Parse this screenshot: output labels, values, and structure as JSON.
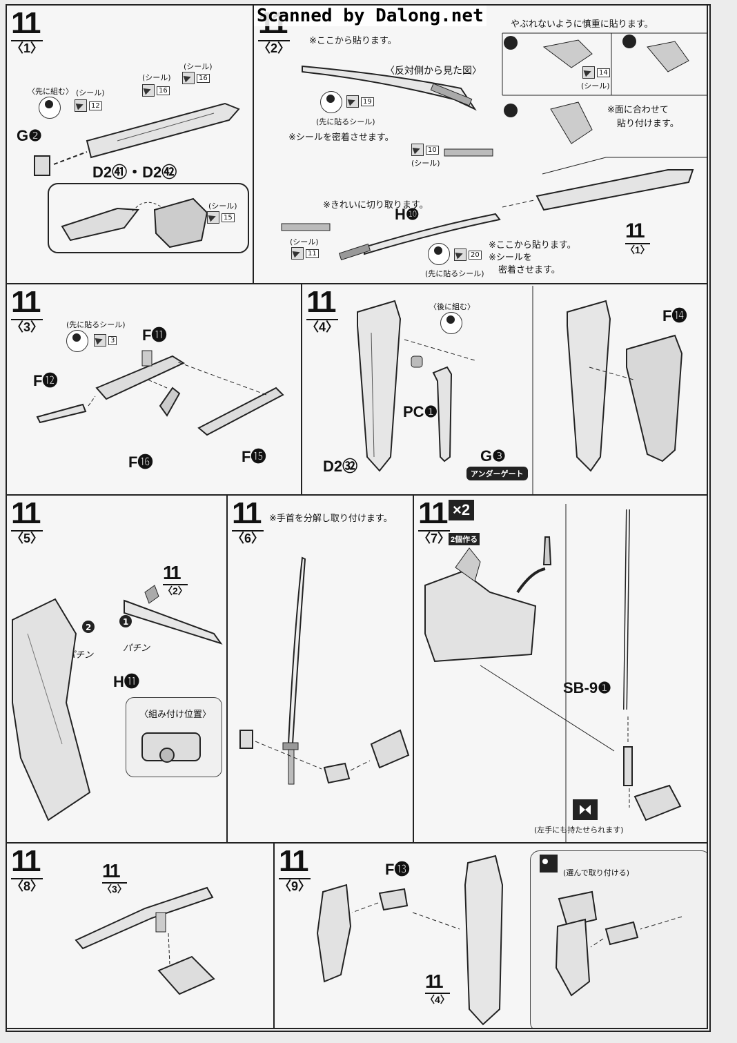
{
  "watermark": "Scanned by Dalong.net",
  "panels": {
    "p1": {
      "num": "11",
      "sub": "〈1〉",
      "first_assemble": "〈先に組む〉",
      "seal1": "(シール)",
      "seal2": "(シール)",
      "seal3": "(シール)",
      "seal_n1": "12",
      "seal_n2": "16",
      "seal_n3": "16",
      "part_g": "G❷",
      "part_d": "D2㊶・D2㊷",
      "seal4": "(シール)",
      "seal_n4": "15"
    },
    "p2": {
      "num": "11",
      "sub": "〈2〉",
      "note1": "※ここから貼ります。",
      "note2": "〈反対側から見た図〉",
      "seal_n1": "19",
      "first_seal": "(先に貼るシール)",
      "note3": "※シールを密着させます。",
      "seal_n2": "10",
      "seal_label": "(シール)",
      "note4": "※きれいに切り取ります。",
      "part_h": "H❿",
      "seal_label2": "(シール)",
      "seal_n3": "11",
      "seal_n4": "20",
      "first_seal2": "(先に貼るシール)",
      "note5": "※ここから貼ります。",
      "note6": "※シールを",
      "note7": "密着させます。",
      "ref_num": "11",
      "ref_sub": "〈1〉",
      "note_top": "やぶれないように慎重に貼ります。",
      "seal_n5": "14",
      "seal_label3": "(シール)",
      "note_face1": "※面に合わせて",
      "note_face2": "貼り付けます。"
    },
    "p3": {
      "num": "11",
      "sub": "〈3〉",
      "first_seal": "(先に貼るシール)",
      "seal_n": "3",
      "part_f11": "F⓫",
      "part_f12": "F⓬",
      "part_f16": "F⓰",
      "part_f15": "F⓯"
    },
    "p4": {
      "num": "11",
      "sub": "〈4〉",
      "rear": "〈後に組む〉",
      "part_pc": "PC❶",
      "part_d2": "D2㉜",
      "part_g3": "G❸",
      "undergate": "アンダーゲート",
      "part_f14": "F⓮"
    },
    "p5": {
      "num": "11",
      "sub": "〈5〉",
      "ref_num": "11",
      "ref_sub": "〈2〉",
      "part_h11": "H⓫",
      "pachin": "パチン",
      "pachin2": "パチン",
      "position": "〈組み付け位置〉"
    },
    "p6": {
      "num": "11",
      "sub": "〈6〉",
      "note": "※手首を分解し取り付けます。"
    },
    "p7": {
      "num": "11",
      "sub": "〈7〉",
      "x2": "×2",
      "make2": "2個作る",
      "part_sb": "SB-9❶",
      "lefthand": "(左手にも持たせられます)"
    },
    "p8": {
      "num": "11",
      "sub": "〈8〉",
      "ref_num": "11",
      "ref_sub": "〈3〉"
    },
    "p9": {
      "num": "11",
      "sub": "〈9〉",
      "part_f13": "F⓭",
      "ref_num": "11",
      "ref_sub": "〈4〉",
      "choose": "(選んで取り付ける)"
    }
  }
}
